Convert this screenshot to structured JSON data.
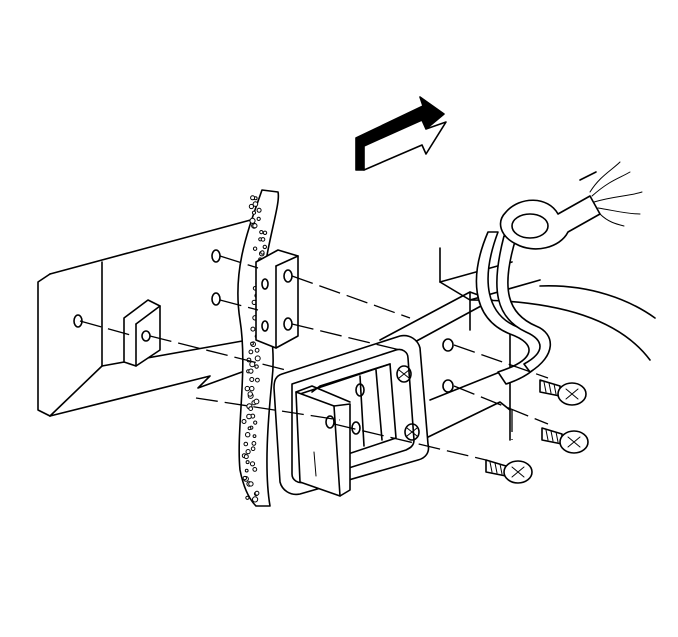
{
  "diagram": {
    "parts": [
      "vehicle-body-panel",
      "sealing-strip",
      "mounting-bracket",
      "spacer-plate",
      "retainer-plate",
      "light-housing",
      "wiring-harness",
      "screw-1",
      "screw-2",
      "screw-3"
    ],
    "direction_arrow": "front-of-vehicle-arrow-icon",
    "line_color": "#000000",
    "background": "#ffffff"
  }
}
